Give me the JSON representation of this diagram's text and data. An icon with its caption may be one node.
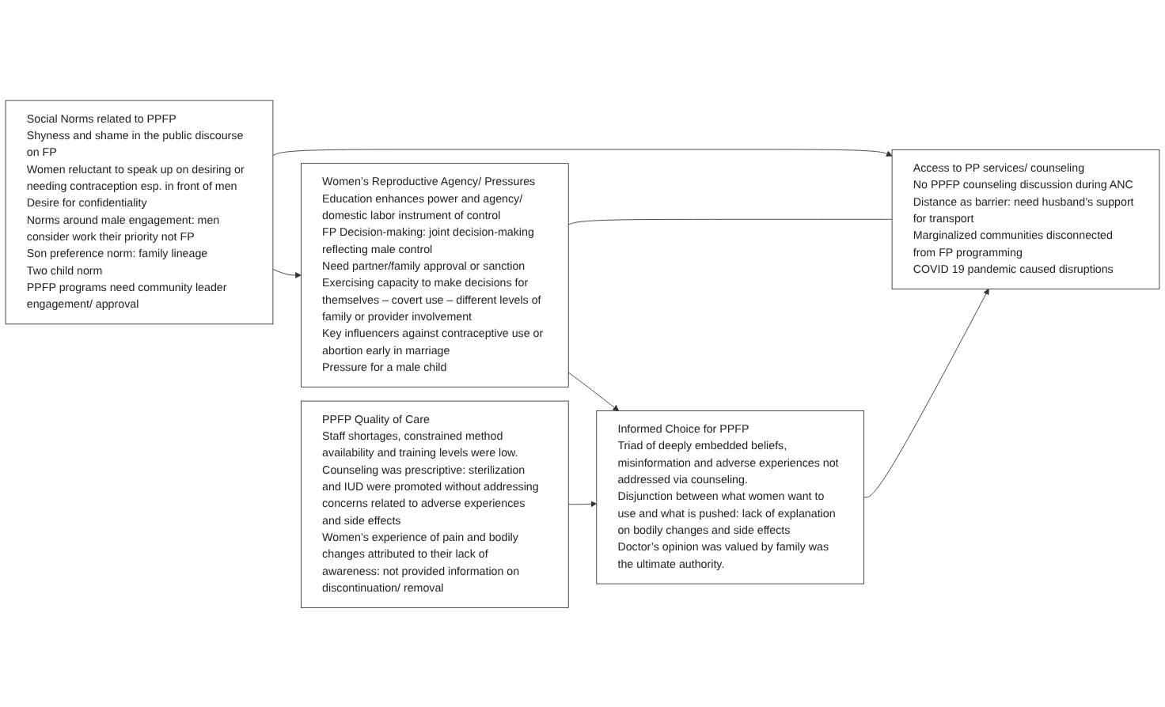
{
  "diagram": {
    "nodes": [
      {
        "text": [
          "Social Norms related to PPFP",
          "Shyness and shame in the public discourse on FP",
          "Women reluctant to speak up on desiring or needing contraception esp. in front of men",
          "Desire for confidentiality",
          "Norms around male engagement: men consider work their priority not FP",
          "Son preference norm: family lineage",
          "Two child norm",
          "PPFP programs need community leader engagement/ approval"
        ]
      },
      {
        "text": [
          "PPFP Quality of Care",
          "Staff shortages, constrained method availability and training levels were low.",
          "Counseling was prescriptive: sterilization and IUD were promoted without addressing concerns related to adverse experiences and side effects",
          "Women’s experience of pain and bodily changes attributed to their lack of awareness: not provided information on discontinuation/ removal"
        ]
      },
      {
        "text": [
          "Access to PP services/ counseling",
          "No PPFP counseling discussion during ANC",
          "Distance as barrier: need husband’s support for transport",
          "Marginalized communities disconnected from FP programming",
          "COVID 19 pandemic caused disruptions"
        ]
      },
      {
        "text": [
          "Women’s Reproductive Agency/ Pressures",
          "Education enhances power and agency/ domestic labor instrument of control",
          "FP Decision-making: joint decision-making reflecting male control",
          "Need partner/family approval or sanction",
          "Exercising capacity to make decisions for themselves – covert use – different levels of family or provider involvement",
          "Key influencers against contraceptive use or abortion early in marriage",
          "Pressure for a male child"
        ]
      },
      {
        "text": [
          "Informed Choice for PPFP",
          "Triad of deeply embedded beliefs, misinformation and adverse experiences not addressed via counseling.",
          "Disjunction between what women want to use and what is pushed: lack of explanation on bodily changes and side effects",
          "Doctor’s opinion was valued by family was the ultimate authority."
        ]
      }
    ],
    "edges": [
      {
        "from": 0,
        "to": 2,
        "arrow": "to"
      },
      {
        "from": 0,
        "to": 3,
        "arrow": "to"
      },
      {
        "from": 3,
        "to": 2,
        "arrow": "none"
      },
      {
        "from": 3,
        "to": 4,
        "arrow": "to"
      },
      {
        "from": 1,
        "to": 4,
        "arrow": "to"
      },
      {
        "from": 4,
        "to": 2,
        "arrow": "to"
      }
    ]
  }
}
